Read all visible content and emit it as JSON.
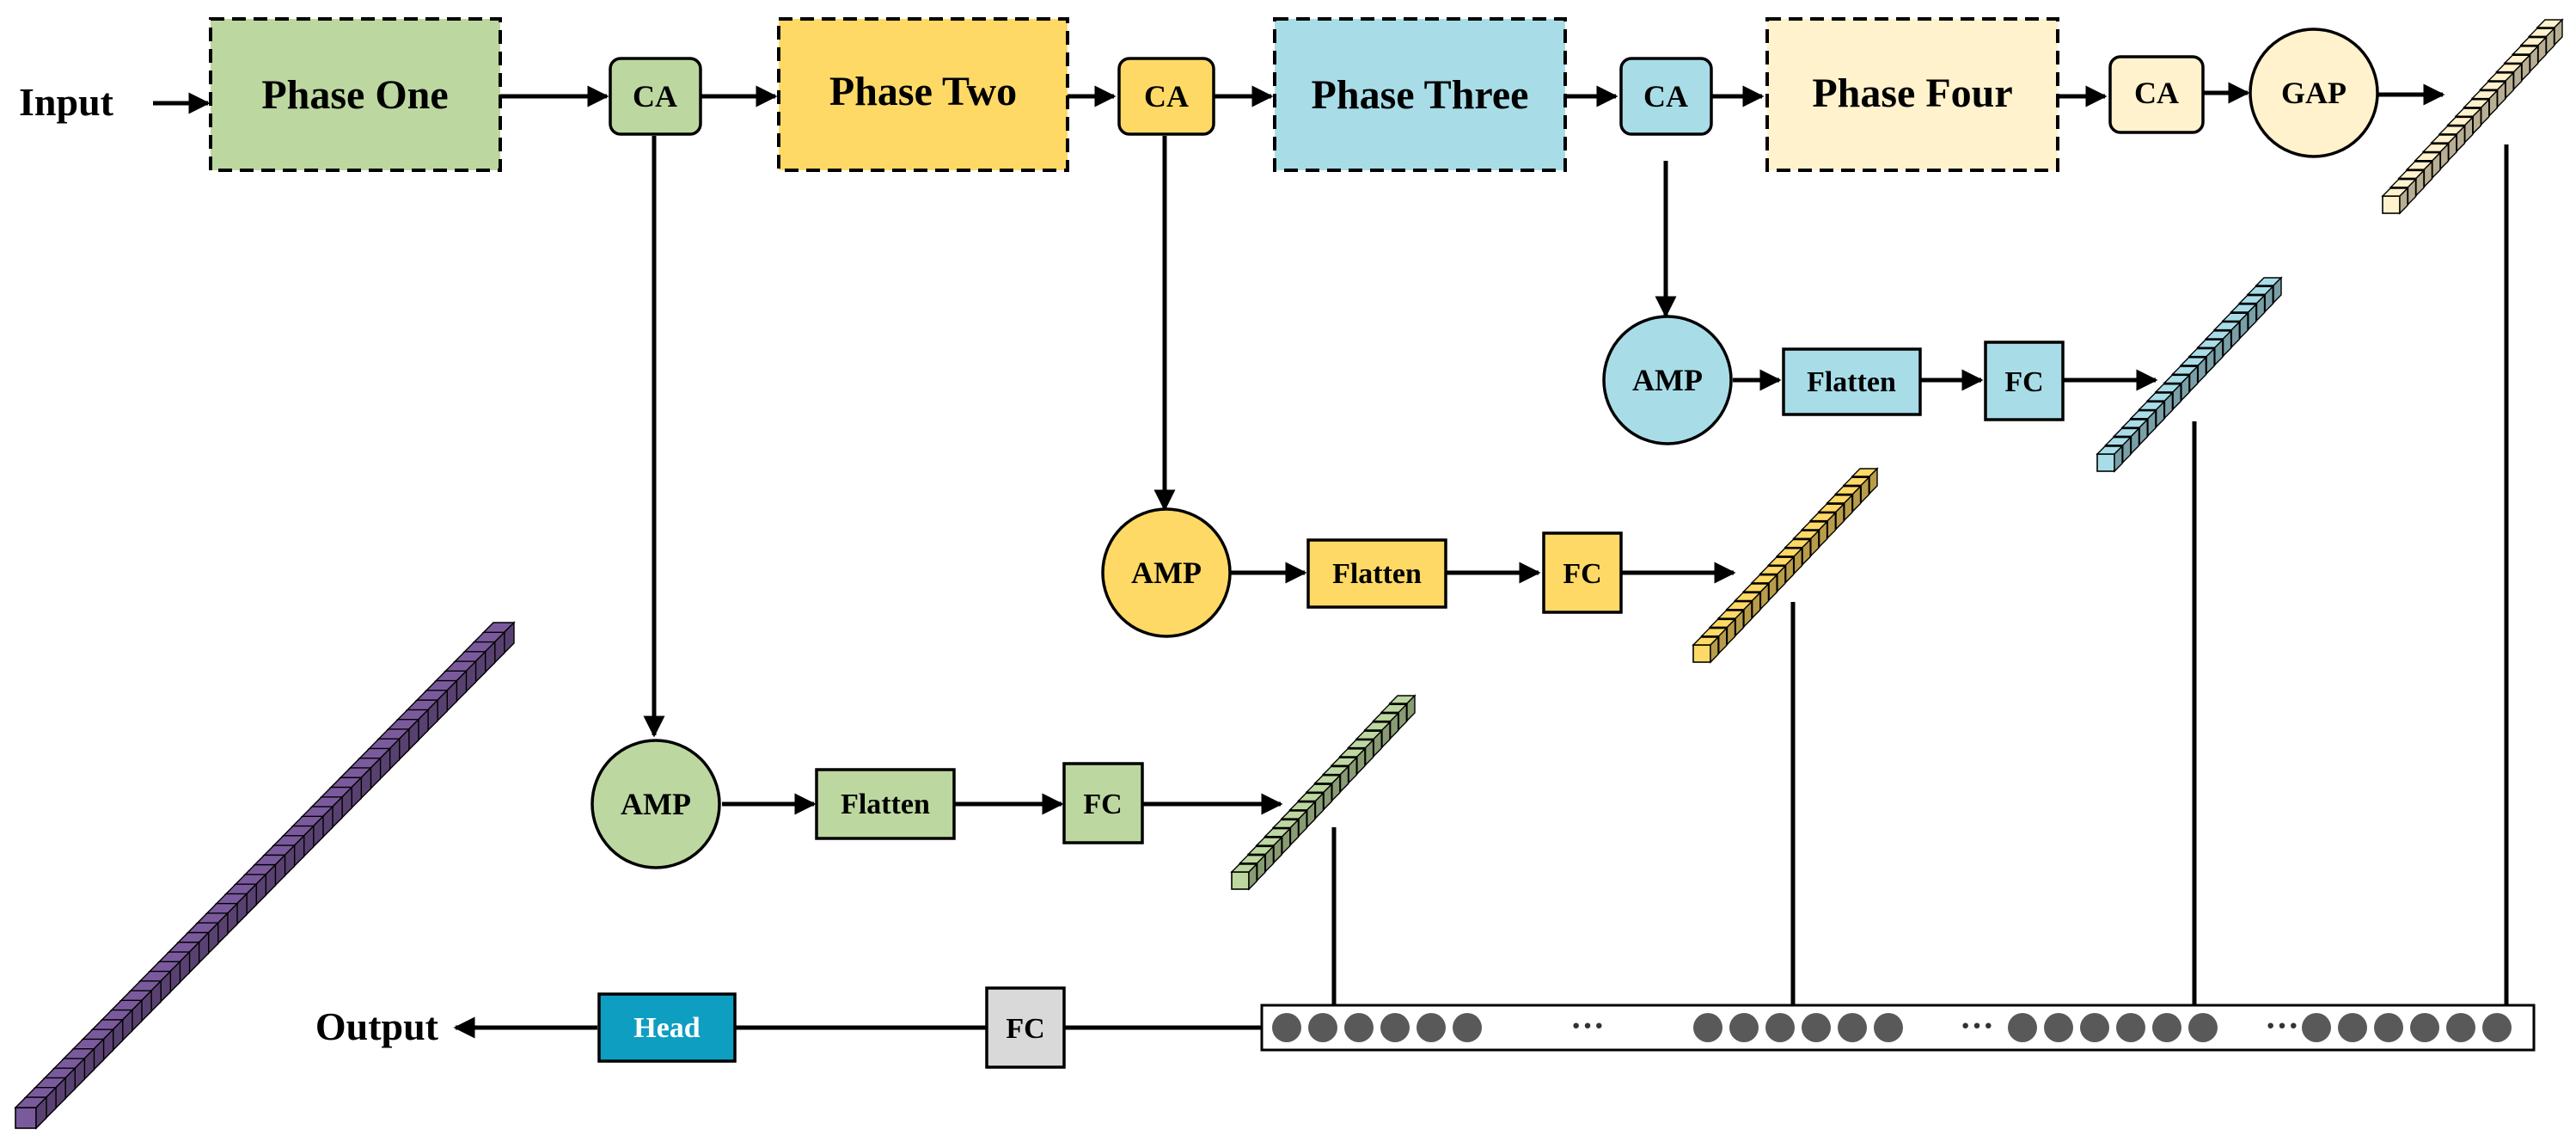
{
  "input_label": "Input",
  "output_label": "Output",
  "phases": [
    {
      "label": "Phase One",
      "color": "#BDD7A0"
    },
    {
      "label": "Phase Two",
      "color": "#FFD966"
    },
    {
      "label": "Phase Three",
      "color": "#A8DDE8"
    },
    {
      "label": "Phase Four",
      "color": "#FFF2CC"
    }
  ],
  "ca_label": "CA",
  "gap_label": "GAP",
  "branch": {
    "amp_label": "AMP",
    "flatten_label": "Flatten",
    "fc_label": "FC"
  },
  "bottom": {
    "fc_label": "FC",
    "head_label": "Head",
    "head_color": "#0E9EC1",
    "fc_color": "#D9D9D9",
    "ellipsis": "···"
  },
  "colors": {
    "green": "#BDD7A0",
    "yellow": "#FFD966",
    "blue": "#A8DDE8",
    "cream": "#FFF2CC",
    "purple": "#7A5A9C",
    "neuron": "#595959"
  }
}
